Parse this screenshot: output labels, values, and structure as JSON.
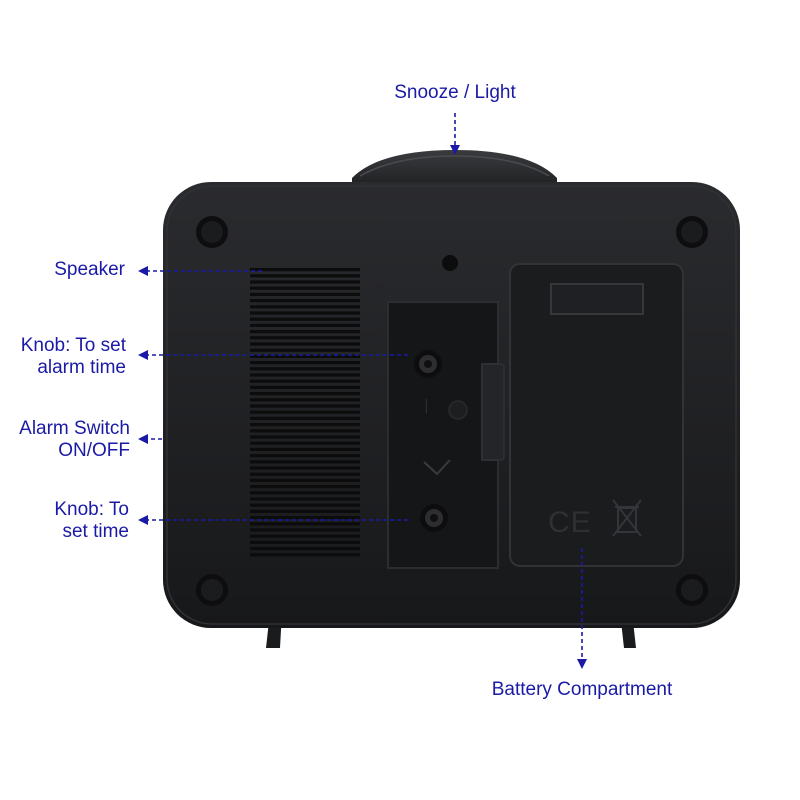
{
  "callouts": {
    "snooze_light": "Snooze / Light",
    "speaker": "Speaker",
    "knob_alarm": [
      "Knob: To set",
      "alarm time"
    ],
    "alarm_switch": [
      "Alarm Switch",
      "ON/OFF"
    ],
    "knob_time": [
      "Knob: To",
      "set time"
    ],
    "battery": "Battery Compartment"
  },
  "markings": {
    "ce": "CE",
    "weee_icon": "crossed-out-bin-icon"
  },
  "colors": {
    "callout_text": "#1a1aa6",
    "clock_body": "#1e1f21",
    "background": "#ffffff"
  }
}
